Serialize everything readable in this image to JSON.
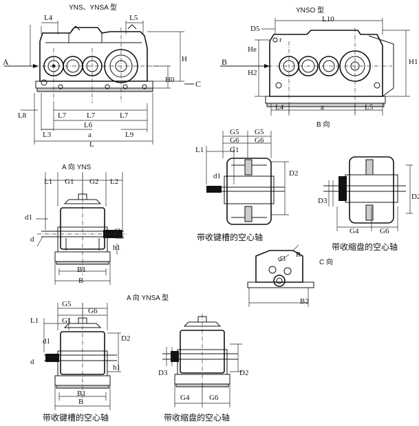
{
  "titles": {
    "yns_ynsa": "YNS、YNSA 型",
    "ynso": "YNSO 型",
    "b_view": "B 向",
    "a_view_yns": "A 向 YNS",
    "a_view_ynsa": "A 向 YNSA 型",
    "c_view": "C 向"
  },
  "captions": {
    "keyed_hollow_top": "带收键槽的空心轴",
    "shrink_hollow_top": "带收缩盘的空心轴",
    "keyed_hollow_bottom": "带收键槽的空心轴",
    "shrink_hollow_bottom": "带收缩盘的空心轴"
  },
  "arrows": {
    "a": "A",
    "b": "B",
    "c": "C"
  },
  "labels": {
    "L4": "L4",
    "L5": "L5",
    "H": "H",
    "H0": "H0",
    "L7a": "L7",
    "L7b": "L7",
    "L7c": "L7",
    "L6": "L6",
    "L8": "L8",
    "L3": "L3",
    "a": "a",
    "L9": "L9",
    "L": "L",
    "D5": "D5",
    "L10": "L10",
    "H1": "H1",
    "H2": "H2",
    "He": "He",
    "r": "r",
    "L4b": "L4",
    "ab": "a",
    "L5b": "L5",
    "G5": "G5",
    "G5b": "G5",
    "G6": "G6",
    "G6b": "G6",
    "L1": "L1",
    "G1": "G1",
    "d1": "d1",
    "D2": "D2",
    "D3": "D3",
    "D2b": "D2",
    "G4": "G4",
    "G6c": "G6",
    "L1a": "L1",
    "G1a": "G1",
    "G2a": "G2",
    "L2a": "L2",
    "d1a": "d1",
    "d2a": "d2",
    "da": "d",
    "h1a": "h1",
    "B1a": "B1",
    "Ba": "B",
    "d3": "d3",
    "R": "R",
    "Bc": "B2",
    "G5c": "G5",
    "G6d": "G6",
    "G1c": "G1",
    "L1c": "L1",
    "d1c": "d1",
    "D2c": "D2",
    "dc": "d",
    "h1c": "h1",
    "B1c": "B1",
    "Bd": "B",
    "D3b": "D3",
    "D2d": "D2",
    "G4b": "G4",
    "G6e": "G6"
  }
}
